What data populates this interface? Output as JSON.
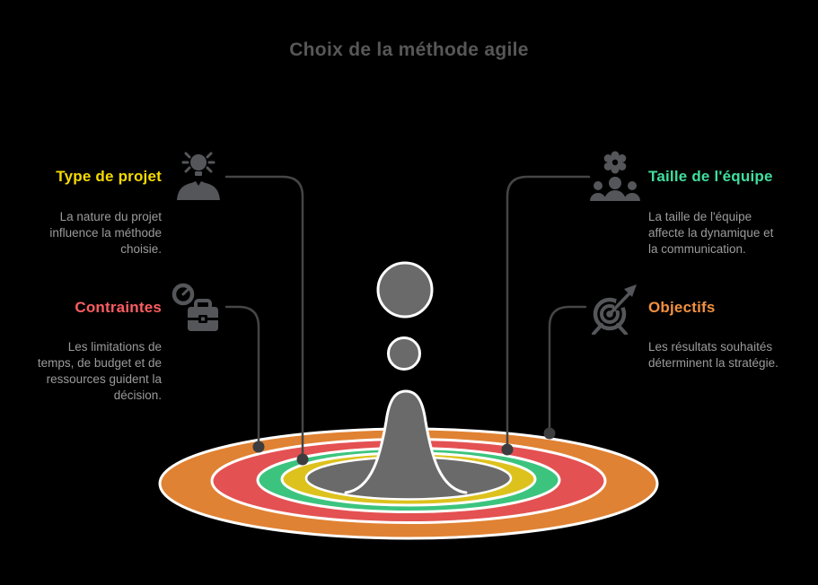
{
  "title": {
    "text": "Choix de la méthode agile"
  },
  "colors": {
    "background": "#000000",
    "title": "#575757",
    "body_text": "#9b9b9b",
    "connector": "#454545",
    "connector_dot": "#3d3d3f",
    "icon": "#54565a",
    "droplet": "#6a6a6a",
    "outline": "#ffffff"
  },
  "sections": [
    {
      "label": "Type de projet",
      "accent": "#f6da00",
      "icon": "person-idea-icon",
      "lines": [
        "La nature du projet",
        "influence la méthode",
        "choisie."
      ]
    },
    {
      "label": "Taille de l'équipe",
      "accent": "#41de9e",
      "icon": "team-icon",
      "lines": [
        "La taille de l'équipe",
        "affecte la dynamique et",
        "la communication."
      ]
    },
    {
      "label": "Contraintes",
      "accent": "#fc5d61",
      "icon": "briefcase-clock-icon",
      "lines": [
        "Les limitations de",
        "temps, de budget et de",
        "ressources guident la",
        "décision."
      ]
    },
    {
      "label": "Objectifs",
      "accent": "#f29140",
      "icon": "target-arrow-icon",
      "lines": [
        "Les résultats souhaités",
        "déterminent la stratégie."
      ]
    }
  ],
  "ripples": [
    {
      "name": "outer-ring",
      "color": "#e08233"
    },
    {
      "name": "ring-2",
      "color": "#e45152"
    },
    {
      "name": "ring-3",
      "color": "#3cc47e"
    },
    {
      "name": "ring-4",
      "color": "#ddc21d"
    },
    {
      "name": "center-pool",
      "color": "#6a6a6a"
    }
  ]
}
